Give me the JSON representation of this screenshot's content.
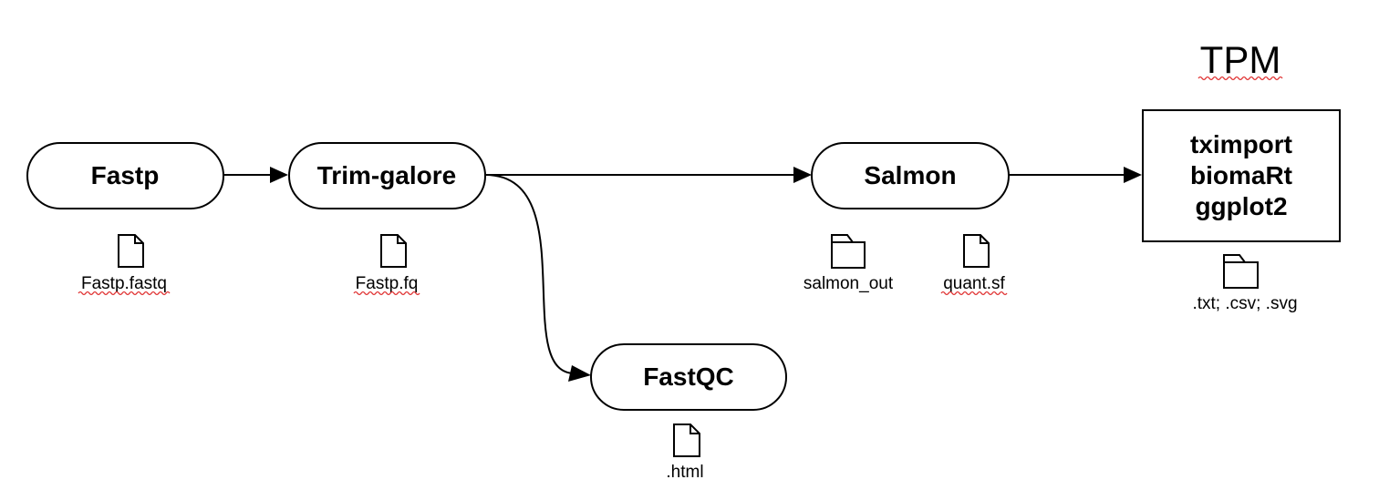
{
  "title": "TPM",
  "nodes": {
    "fastp": "Fastp",
    "trim_galore": "Trim-galore",
    "salmon": "Salmon",
    "fastqc": "FastQC",
    "analysis": [
      "tximport",
      "biomaRt",
      "ggplot2"
    ]
  },
  "outputs": {
    "fastp": {
      "icon": "file-icon",
      "label": "Fastp.fastq"
    },
    "trim_galore": {
      "icon": "file-icon",
      "label": "Fastp.fq"
    },
    "salmon_dir": {
      "icon": "folder-icon",
      "label": "salmon_out"
    },
    "salmon_quant": {
      "icon": "file-icon",
      "label": "quant.sf"
    },
    "analysis": {
      "icon": "folder-icon",
      "label": ".txt; .csv; .svg"
    },
    "fastqc": {
      "icon": "file-icon",
      "label": ".html"
    }
  },
  "colors": {
    "stroke": "#000000",
    "background": "#ffffff",
    "spellcheck_underline": "#e03030"
  }
}
